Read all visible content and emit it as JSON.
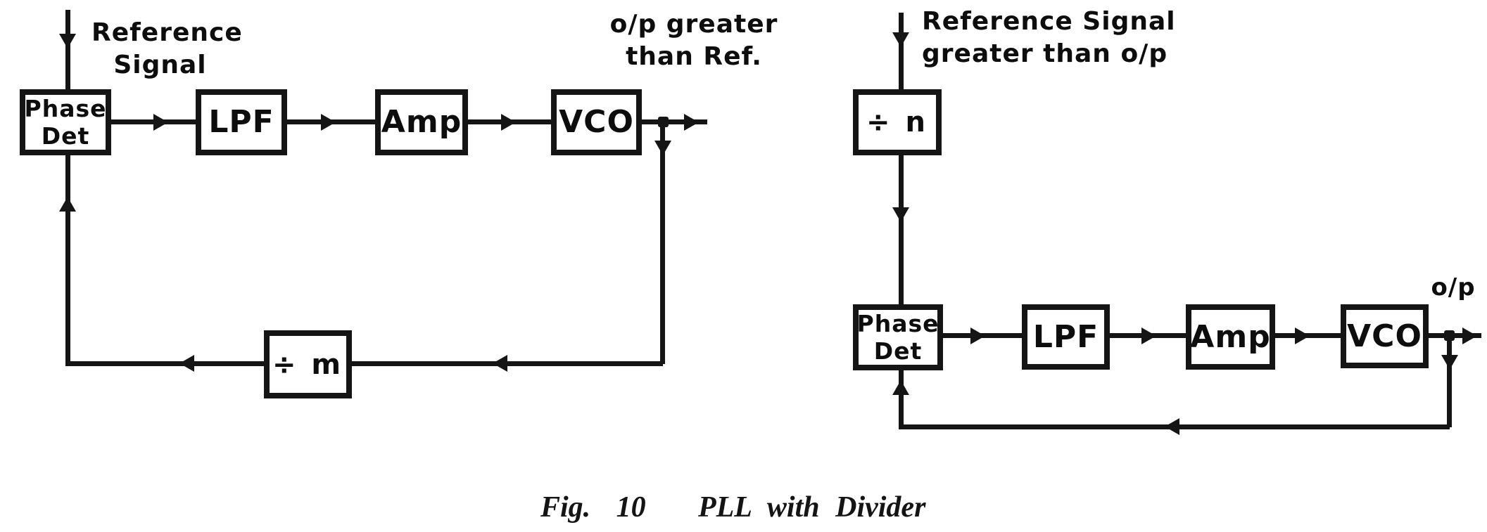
{
  "figure": {
    "caption": {
      "label": "Fig. 10",
      "title": "PLL with Divider"
    },
    "colors": {
      "ink": "#151515",
      "paper": "#ffffff"
    },
    "left_diagram": {
      "input_label": [
        "Reference",
        "Signal"
      ],
      "output_label": [
        "o/p greater",
        "than Ref."
      ],
      "blocks": {
        "phase_det": [
          "Phase",
          "Det"
        ],
        "lpf": "LPF",
        "amp": "Amp",
        "vco": "VCO",
        "divider": "÷ m"
      }
    },
    "right_diagram": {
      "input_label": [
        "Reference Signal",
        "greater than o/p"
      ],
      "output_label": "o/p",
      "blocks": {
        "divider": "÷ n",
        "phase_det": [
          "Phase",
          "Det"
        ],
        "lpf": "LPF",
        "amp": "Amp",
        "vco": "VCO"
      }
    }
  }
}
